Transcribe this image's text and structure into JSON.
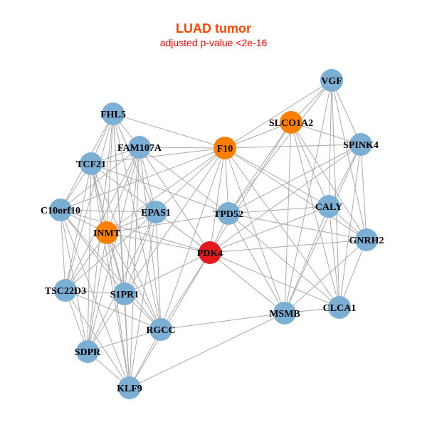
{
  "title": "LUAD tumor",
  "subtitle": "adjusted p-value <2e-16",
  "colors": {
    "title": "#FF4500",
    "subtitle": "#FF0000",
    "default_node": "#7BAFD4",
    "orange_node": "#FF7F00",
    "red_node": "#E41A1C",
    "edge": "#AAAAAA"
  },
  "nodes": [
    {
      "id": "VGF",
      "color": "default_node"
    },
    {
      "id": "SLCO1A2",
      "color": "orange_node"
    },
    {
      "id": "F10",
      "color": "orange_node"
    },
    {
      "id": "SPINK4",
      "color": "default_node"
    },
    {
      "id": "FHL5",
      "color": "default_node"
    },
    {
      "id": "FAM107A",
      "color": "default_node"
    },
    {
      "id": "TCF21",
      "color": "default_node"
    },
    {
      "id": "C10orf10",
      "color": "default_node"
    },
    {
      "id": "EPAS1",
      "color": "default_node"
    },
    {
      "id": "TPD52",
      "color": "default_node"
    },
    {
      "id": "CALY",
      "color": "default_node"
    },
    {
      "id": "GNRH2",
      "color": "default_node"
    },
    {
      "id": "INMT",
      "color": "orange_node"
    },
    {
      "id": "PDK4",
      "color": "red_node"
    },
    {
      "id": "TSC22D3",
      "color": "default_node"
    },
    {
      "id": "S1PR1",
      "color": "default_node"
    },
    {
      "id": "MSMB",
      "color": "default_node"
    },
    {
      "id": "CLCA1",
      "color": "default_node"
    },
    {
      "id": "RGCC",
      "color": "default_node"
    },
    {
      "id": "SDPR",
      "color": "default_node"
    },
    {
      "id": "KLF9",
      "color": "default_node"
    }
  ],
  "edges": [
    [
      "FHL5",
      "TCF21"
    ],
    [
      "FHL5",
      "C10orf10"
    ],
    [
      "FHL5",
      "INMT"
    ],
    [
      "FHL5",
      "S1PR1"
    ],
    [
      "FHL5",
      "RGCC"
    ],
    [
      "FHL5",
      "TSC22D3"
    ],
    [
      "FHL5",
      "SDPR"
    ],
    [
      "FHL5",
      "F10"
    ],
    [
      "FHL5",
      "EPAS1"
    ],
    [
      "FHL5",
      "KLF9"
    ],
    [
      "FHL5",
      "FAM107A"
    ],
    [
      "FAM107A",
      "F10"
    ],
    [
      "FAM107A",
      "TCF21"
    ],
    [
      "FAM107A",
      "C10orf10"
    ],
    [
      "FAM107A",
      "INMT"
    ],
    [
      "FAM107A",
      "S1PR1"
    ],
    [
      "FAM107A",
      "RGCC"
    ],
    [
      "FAM107A",
      "TSC22D3"
    ],
    [
      "FAM107A",
      "SDPR"
    ],
    [
      "FAM107A",
      "KLF9"
    ],
    [
      "FAM107A",
      "PDK4"
    ],
    [
      "FAM107A",
      "TPD52"
    ],
    [
      "FAM107A",
      "EPAS1"
    ],
    [
      "TCF21",
      "C10orf10"
    ],
    [
      "TCF21",
      "INMT"
    ],
    [
      "TCF21",
      "S1PR1"
    ],
    [
      "TCF21",
      "RGCC"
    ],
    [
      "TCF21",
      "TSC22D3"
    ],
    [
      "TCF21",
      "SDPR"
    ],
    [
      "TCF21",
      "KLF9"
    ],
    [
      "TCF21",
      "PDK4"
    ],
    [
      "TCF21",
      "TPD52"
    ],
    [
      "TCF21",
      "F10"
    ],
    [
      "C10orf10",
      "EPAS1"
    ],
    [
      "C10orf10",
      "INMT"
    ],
    [
      "C10orf10",
      "TSC22D3"
    ],
    [
      "C10orf10",
      "SDPR"
    ],
    [
      "C10orf10",
      "S1PR1"
    ],
    [
      "C10orf10",
      "RGCC"
    ],
    [
      "C10orf10",
      "KLF9"
    ],
    [
      "C10orf10",
      "PDK4"
    ],
    [
      "C10orf10",
      "F10"
    ],
    [
      "EPAS1",
      "INMT"
    ],
    [
      "EPAS1",
      "S1PR1"
    ],
    [
      "EPAS1",
      "RGCC"
    ],
    [
      "EPAS1",
      "SDPR"
    ],
    [
      "EPAS1",
      "KLF9"
    ],
    [
      "EPAS1",
      "TSC22D3"
    ],
    [
      "EPAS1",
      "F10"
    ],
    [
      "EPAS1",
      "PDK4"
    ],
    [
      "INMT",
      "TSC22D3"
    ],
    [
      "INMT",
      "SDPR"
    ],
    [
      "INMT",
      "KLF9"
    ],
    [
      "INMT",
      "RGCC"
    ],
    [
      "INMT",
      "S1PR1"
    ],
    [
      "INMT",
      "PDK4"
    ],
    [
      "INMT",
      "TPD52"
    ],
    [
      "INMT",
      "F10"
    ],
    [
      "TSC22D3",
      "S1PR1"
    ],
    [
      "TSC22D3",
      "SDPR"
    ],
    [
      "TSC22D3",
      "KLF9"
    ],
    [
      "TSC22D3",
      "RGCC"
    ],
    [
      "S1PR1",
      "SDPR"
    ],
    [
      "S1PR1",
      "KLF9"
    ],
    [
      "S1PR1",
      "RGCC"
    ],
    [
      "S1PR1",
      "PDK4"
    ],
    [
      "S1PR1",
      "F10"
    ],
    [
      "RGCC",
      "SDPR"
    ],
    [
      "RGCC",
      "KLF9"
    ],
    [
      "RGCC",
      "MSMB"
    ],
    [
      "RGCC",
      "PDK4"
    ],
    [
      "RGCC",
      "F10"
    ],
    [
      "SDPR",
      "KLF9"
    ],
    [
      "KLF9",
      "MSMB"
    ],
    [
      "KLF9",
      "PDK4"
    ],
    [
      "F10",
      "SLCO1A2"
    ],
    [
      "F10",
      "VGF"
    ],
    [
      "F10",
      "SPINK4"
    ],
    [
      "F10",
      "TPD52"
    ],
    [
      "F10",
      "PDK4"
    ],
    [
      "F10",
      "CALY"
    ],
    [
      "F10",
      "MSMB"
    ],
    [
      "F10",
      "CLCA1"
    ],
    [
      "F10",
      "GNRH2"
    ],
    [
      "SLCO1A2",
      "VGF"
    ],
    [
      "SLCO1A2",
      "SPINK4"
    ],
    [
      "SLCO1A2",
      "TPD52"
    ],
    [
      "SLCO1A2",
      "PDK4"
    ],
    [
      "SLCO1A2",
      "CALY"
    ],
    [
      "SLCO1A2",
      "MSMB"
    ],
    [
      "SLCO1A2",
      "CLCA1"
    ],
    [
      "SLCO1A2",
      "GNRH2"
    ],
    [
      "VGF",
      "SPINK4"
    ],
    [
      "VGF",
      "CALY"
    ],
    [
      "VGF",
      "GNRH2"
    ],
    [
      "VGF",
      "CLCA1"
    ],
    [
      "VGF",
      "MSMB"
    ],
    [
      "VGF",
      "TPD52"
    ],
    [
      "SPINK4",
      "CALY"
    ],
    [
      "SPINK4",
      "GNRH2"
    ],
    [
      "SPINK4",
      "CLCA1"
    ],
    [
      "SPINK4",
      "MSMB"
    ],
    [
      "SPINK4",
      "PDK4"
    ],
    [
      "SPINK4",
      "TPD52"
    ],
    [
      "CALY",
      "GNRH2"
    ],
    [
      "CALY",
      "CLCA1"
    ],
    [
      "CALY",
      "MSMB"
    ],
    [
      "CALY",
      "TPD52"
    ],
    [
      "CALY",
      "PDK4"
    ],
    [
      "GNRH2",
      "CLCA1"
    ],
    [
      "GNRH2",
      "MSMB"
    ],
    [
      "GNRH2",
      "PDK4"
    ],
    [
      "GNRH2",
      "TPD52"
    ],
    [
      "TPD52",
      "PDK4"
    ],
    [
      "TPD52",
      "MSMB"
    ],
    [
      "TPD52",
      "CLCA1"
    ],
    [
      "PDK4",
      "MSMB"
    ],
    [
      "PDK4",
      "CLCA1"
    ],
    [
      "MSMB",
      "CLCA1"
    ]
  ]
}
